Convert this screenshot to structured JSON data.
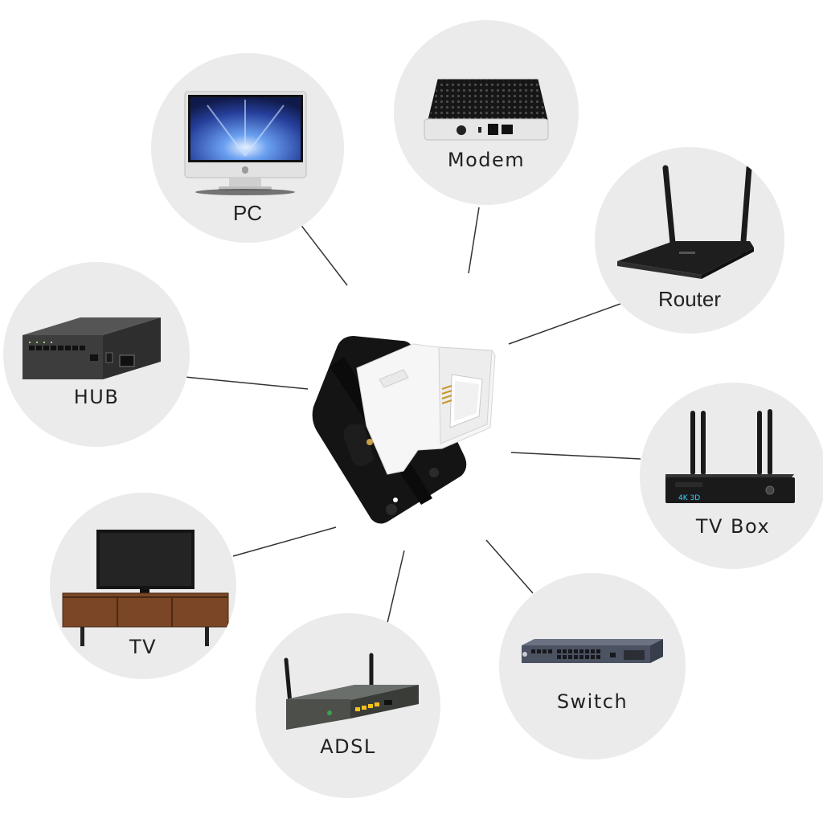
{
  "devices": {
    "pc": {
      "label": "PC",
      "icon": "desktop-monitor"
    },
    "modem": {
      "label": "Modem",
      "icon": "modem"
    },
    "router": {
      "label": "Router",
      "icon": "router"
    },
    "hub": {
      "label": "HUB",
      "icon": "network-hub"
    },
    "tvbox": {
      "label": "TV Box",
      "icon": "tv-box",
      "screen_text": "4K  3D"
    },
    "tv": {
      "label": "TV",
      "icon": "television"
    },
    "adsl": {
      "label": "ADSL",
      "icon": "adsl-router"
    },
    "switch": {
      "label": "Switch",
      "icon": "network-switch"
    }
  },
  "center": {
    "icon": "rj45-keystone-jack"
  },
  "colors": {
    "circle": "#ebebeb",
    "line": "#333333",
    "label": "#222222",
    "device_dark": "#1c1c1c",
    "jack_white": "#f5f5f5"
  }
}
